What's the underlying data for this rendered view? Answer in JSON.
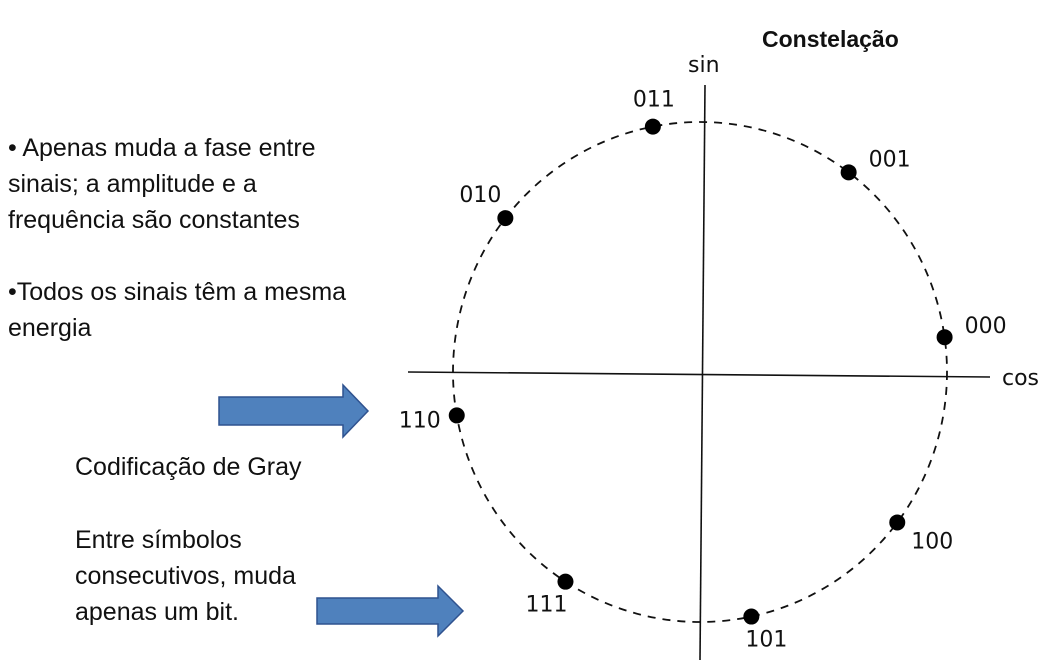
{
  "bullets": [
    "• Apenas muda a fase entre",
    "sinais; a amplitude e a",
    "frequência são constantes",
    "•Todos os sinais têm a mesma",
    "energia"
  ],
  "gray_title": "Codificação de Gray",
  "gray_desc": [
    "Entre símbolos",
    "consecutivos, muda",
    "apenas um bit."
  ],
  "diagram": {
    "title": "Constelação",
    "axis_y_label": "sin",
    "axis_x_label": "cos",
    "points": [
      {
        "label": "000",
        "angle_deg": 8
      },
      {
        "label": "001",
        "angle_deg": 53
      },
      {
        "label": "011",
        "angle_deg": 101
      },
      {
        "label": "010",
        "angle_deg": 142
      },
      {
        "label": "110",
        "angle_deg": 190
      },
      {
        "label": "111",
        "angle_deg": 237
      },
      {
        "label": "101",
        "angle_deg": 282
      },
      {
        "label": "100",
        "angle_deg": 323
      }
    ],
    "arrow_color": "#4f81bd",
    "arrow_border": "#2f528f"
  }
}
